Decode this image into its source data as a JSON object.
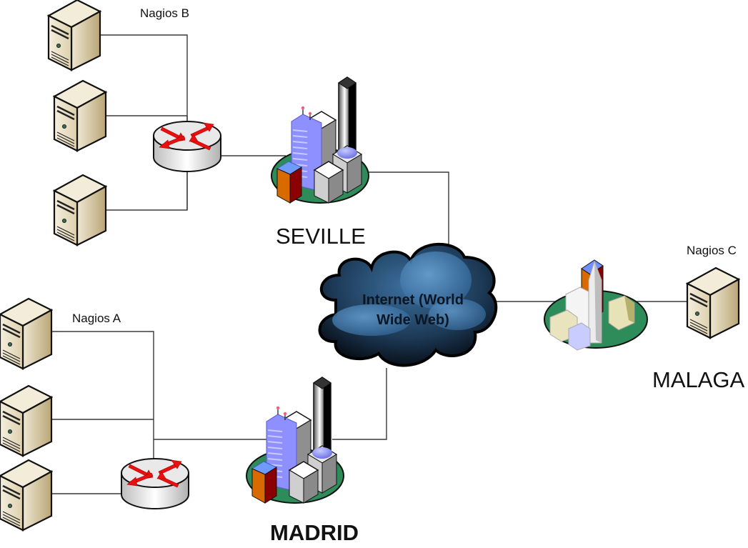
{
  "title": "Nagios distributed monitoring network diagram",
  "labels": {
    "nagios_a": "Nagios A",
    "nagios_b": "Nagios B",
    "nagios_c": "Nagios C",
    "seville": "SEVILLE",
    "madrid": "MADRID",
    "malaga": "MALAGA",
    "cloud_line1": "Internet (World",
    "cloud_line2": "Wide Web)"
  },
  "nodes": [
    {
      "id": "server-b1",
      "type": "server",
      "group": "Nagios B"
    },
    {
      "id": "server-b2",
      "type": "server",
      "group": "Nagios B"
    },
    {
      "id": "server-b3",
      "type": "server",
      "group": "Nagios B"
    },
    {
      "id": "router-seville",
      "type": "router",
      "site": "SEVILLE"
    },
    {
      "id": "city-seville",
      "type": "city",
      "site": "SEVILLE"
    },
    {
      "id": "internet",
      "type": "cloud",
      "label": "Internet (World Wide Web)"
    },
    {
      "id": "city-malaga",
      "type": "town",
      "site": "MALAGA"
    },
    {
      "id": "server-c1",
      "type": "server",
      "group": "Nagios C"
    },
    {
      "id": "server-a1",
      "type": "server",
      "group": "Nagios A"
    },
    {
      "id": "server-a2",
      "type": "server",
      "group": "Nagios A"
    },
    {
      "id": "server-a3",
      "type": "server",
      "group": "Nagios A"
    },
    {
      "id": "router-madrid",
      "type": "router",
      "site": "MADRID"
    },
    {
      "id": "city-madrid",
      "type": "city",
      "site": "MADRID"
    }
  ],
  "edges": [
    [
      "server-b1",
      "router-seville"
    ],
    [
      "server-b2",
      "router-seville"
    ],
    [
      "server-b3",
      "router-seville"
    ],
    [
      "router-seville",
      "city-seville"
    ],
    [
      "city-seville",
      "internet"
    ],
    [
      "internet",
      "city-malaga"
    ],
    [
      "city-malaga",
      "server-c1"
    ],
    [
      "server-a1",
      "router-madrid"
    ],
    [
      "server-a2",
      "router-madrid"
    ],
    [
      "server-a3",
      "router-madrid"
    ],
    [
      "router-madrid",
      "city-madrid"
    ],
    [
      "city-madrid",
      "internet"
    ]
  ],
  "colors": {
    "line": "#3a3a3a",
    "server_face": "#ece4cf",
    "server_side": "#cbbd94",
    "router_body": "#e6e6e6",
    "router_arrow": "#e81010",
    "ground": "#2e8b5a",
    "cloud_dark": "#0d1b2a",
    "cloud_light": "#4a86c0"
  }
}
